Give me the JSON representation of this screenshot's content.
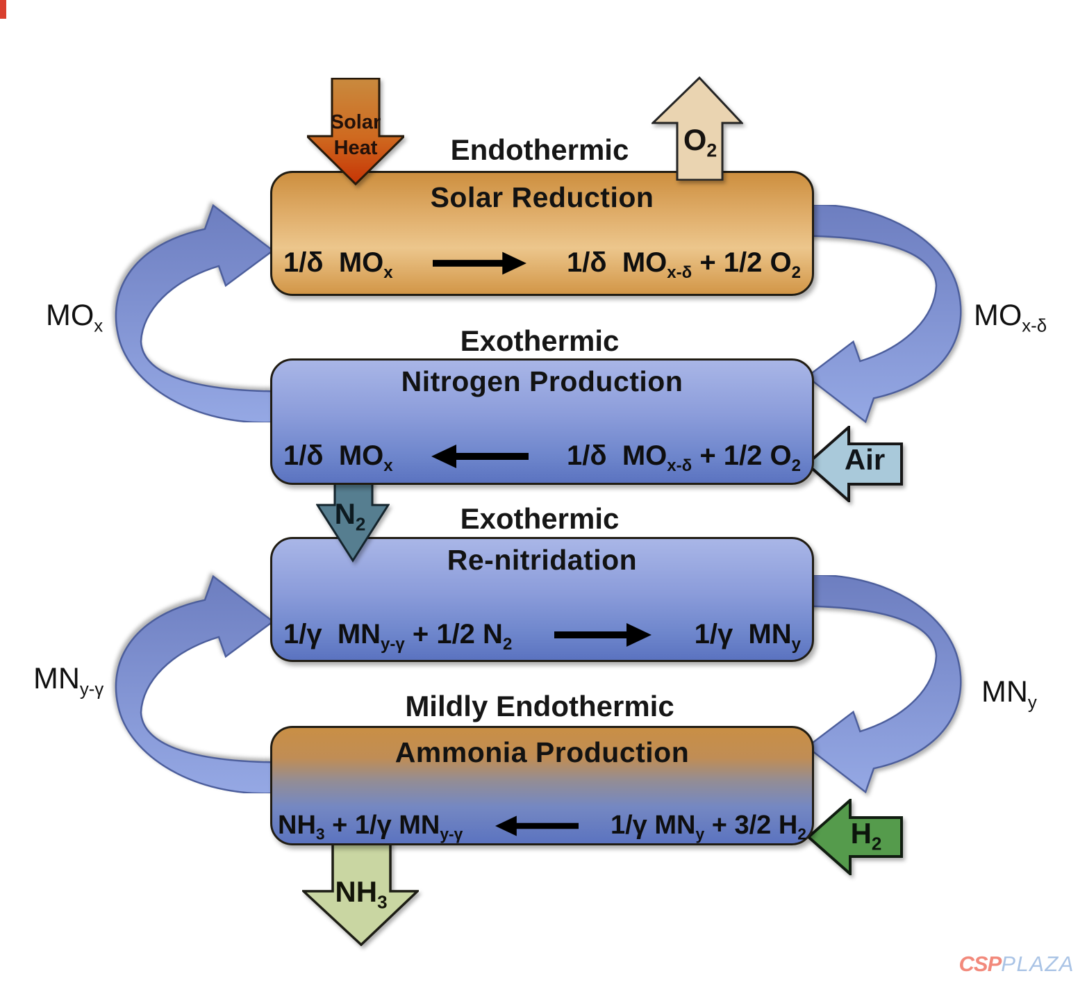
{
  "boxes": [
    {
      "thermo": "Endothermic",
      "title": "Solar Reduction",
      "eq": {
        "lhs": [
          {
            "t": "1/δ  MO"
          },
          {
            "s": "x"
          }
        ],
        "dir": "right",
        "rhs": [
          {
            "t": "1/δ  MO"
          },
          {
            "s": "x-δ"
          },
          {
            "t": " + 1/2 O"
          },
          {
            "s": "2"
          }
        ]
      }
    },
    {
      "thermo": "Exothermic",
      "title": "Nitrogen Production",
      "eq": {
        "lhs": [
          {
            "t": "1/δ  MO"
          },
          {
            "s": "x"
          }
        ],
        "dir": "left",
        "rhs": [
          {
            "t": "1/δ  MO"
          },
          {
            "s": "x-δ"
          },
          {
            "t": " + 1/2 O"
          },
          {
            "s": "2"
          }
        ]
      }
    },
    {
      "thermo": "Exothermic",
      "title": "Re-nitridation",
      "eq": {
        "lhs": [
          {
            "t": "1/γ  MN"
          },
          {
            "s": "y-γ"
          },
          {
            "t": " + 1/2 N"
          },
          {
            "s": "2"
          }
        ],
        "dir": "right",
        "rhs": [
          {
            "t": "1/γ  MN"
          },
          {
            "s": "y"
          }
        ]
      }
    },
    {
      "thermo": "Mildly Endothermic",
      "title": "Ammonia Production",
      "eq": {
        "lhs": [
          {
            "t": "NH"
          },
          {
            "s": "3"
          },
          {
            "t": " + 1/γ MN"
          },
          {
            "s": "y-γ"
          }
        ],
        "dir": "left",
        "rhs": [
          {
            "t": "1/γ MN"
          },
          {
            "s": "y"
          },
          {
            "t": " + 3/2 H"
          },
          {
            "s": "2"
          }
        ]
      }
    }
  ],
  "flow_labels": {
    "solar_heat": "Solar\nHeat",
    "o2": [
      {
        "t": "O"
      },
      {
        "s": "2"
      }
    ],
    "n2": [
      {
        "t": "N"
      },
      {
        "s": "2"
      }
    ],
    "air": [
      {
        "t": "Air"
      }
    ],
    "h2": [
      {
        "t": "H"
      },
      {
        "s": "2"
      }
    ],
    "nh3": [
      {
        "t": "NH"
      },
      {
        "s": "3"
      }
    ]
  },
  "cycle_labels": {
    "mo_x": [
      {
        "t": "MO"
      },
      {
        "s": "x"
      }
    ],
    "mo_x_delta": [
      {
        "t": "MO"
      },
      {
        "s": "x-δ"
      }
    ],
    "mn_y_gamma": [
      {
        "t": "MN"
      },
      {
        "s": "y-γ"
      }
    ],
    "mn_y": [
      {
        "t": "MN"
      },
      {
        "s": "y"
      }
    ]
  },
  "watermark": {
    "brand": "CSP",
    "suffix": "PLAZA"
  },
  "colors": {
    "text": "#141414",
    "box_border": "#201c13",
    "box_orange_top": "#cd8f3f",
    "box_orange_mid": "#ecc68c",
    "box_orange_bottom": "#d29647",
    "box_blue_top": "#a9b6e7",
    "box_blue_bottom": "#5b73c0",
    "cycle_arrow_dark": "#6d7ec0",
    "cycle_arrow_light": "#95a8e4",
    "cycle_arrow_stroke": "#4c5e9c",
    "solar_top": "#c98a3e",
    "solar_bottom": "#c63405",
    "o2_fill": "#ead4b1",
    "n2_fill": "#567e90",
    "air_fill": "#a9c9da",
    "h2_fill": "#559b4c",
    "nh3_fill": "#c9d6a2",
    "watermark_csp": "#f2897b",
    "watermark_plaza": "#a9c3e5"
  }
}
